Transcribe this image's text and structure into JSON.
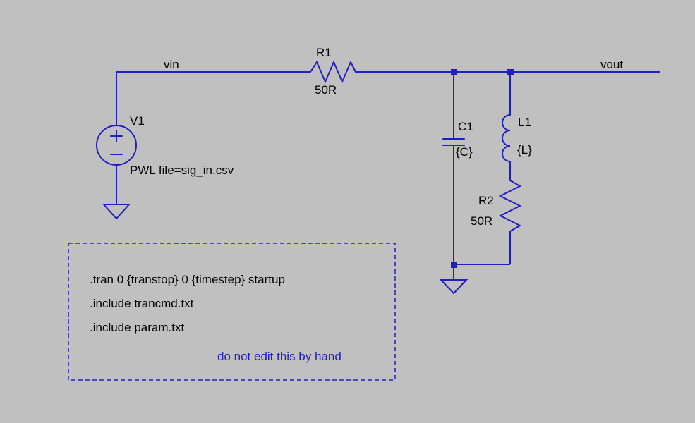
{
  "canvas": {
    "background_color": "#c0c0c0",
    "wire_color": "#2020c0",
    "label_color": "#000000",
    "note_color": "#2020c0"
  },
  "net_labels": {
    "vin": "vin",
    "vout": "vout"
  },
  "components": {
    "v1": {
      "designator": "V1",
      "value": "PWL file=sig_in.csv"
    },
    "r1": {
      "designator": "R1",
      "value": "50R"
    },
    "c1": {
      "designator": "C1",
      "value": "{C}"
    },
    "l1": {
      "designator": "L1",
      "value": "{L}"
    },
    "r2": {
      "designator": "R2",
      "value": "50R"
    }
  },
  "spice_directives": {
    "line1": ".tran 0 {transtop} 0 {timestep} startup",
    "line2": ".include trancmd.txt",
    "line3": ".include param.txt",
    "note": "do not edit this by hand"
  }
}
